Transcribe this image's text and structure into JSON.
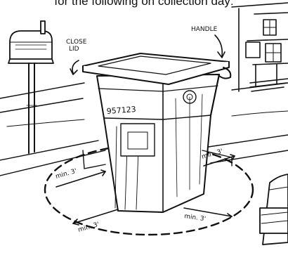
{
  "caption": "for the following on collection day:",
  "labels": {
    "close_lid": [
      "CLOSE",
      "LID"
    ],
    "handle": "HANDLE",
    "cart_number": "957123",
    "clearance_left": "min. 3'",
    "clearance_front_left": "min. 3'",
    "clearance_front_right": "min. 3'",
    "clearance_right": "min. 3'"
  },
  "colors": {
    "ink": "#111111",
    "paper": "#ffffff"
  }
}
